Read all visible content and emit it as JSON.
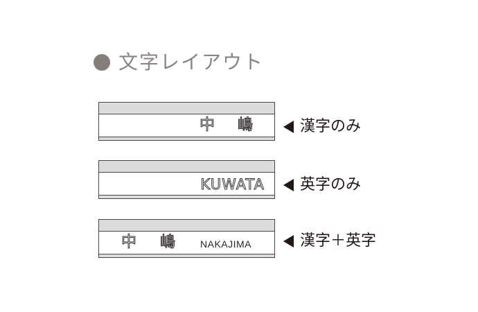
{
  "title": {
    "icon": "bullet-circle-icon",
    "text": "文字レイアウト",
    "color": "#847d79"
  },
  "plates": [
    {
      "kanji": [
        "中",
        "嶋"
      ],
      "english": "",
      "label": "漢字のみ"
    },
    {
      "kanji": [],
      "english": "KUWATA",
      "label": "英字のみ"
    },
    {
      "kanji": [
        "中",
        "嶋"
      ],
      "english": "NAKAJIMA",
      "label": "漢字＋英字"
    }
  ],
  "colors": {
    "plate_band": "#dcdcdc",
    "plate_border": "#4a4443",
    "label_text": "#231815"
  }
}
